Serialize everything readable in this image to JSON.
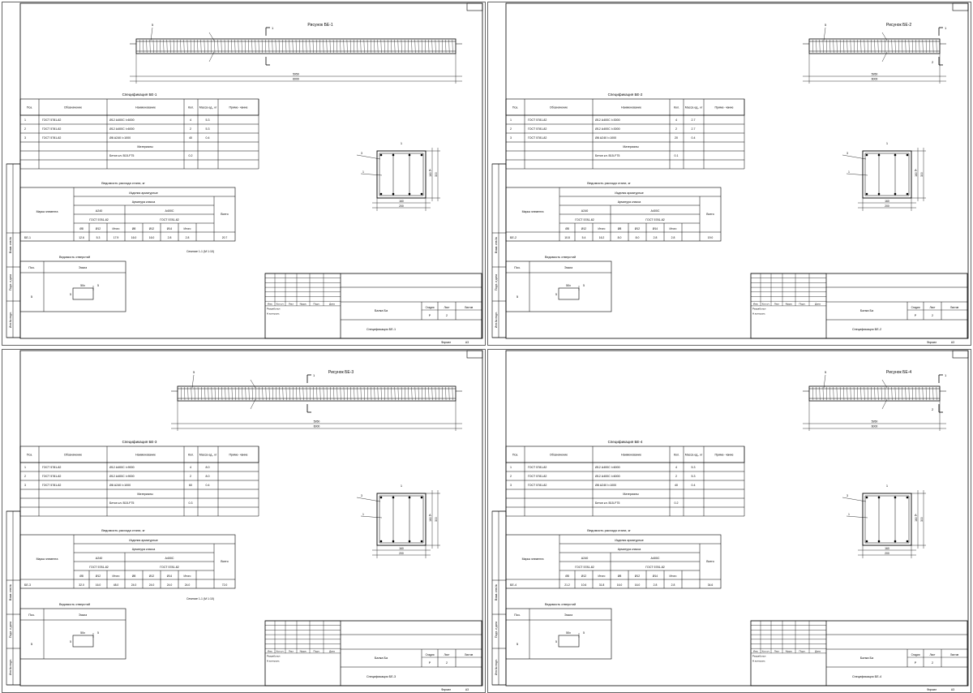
{
  "sheets": [
    {
      "id": "s1",
      "title": "Рисунок БЕ-1",
      "spec_title": "Спецификация БЕ-1",
      "stamp_title": "Спецификация БЕ-1",
      "mark_label": "БЕ-1",
      "spec_rows": [
        {
          "pos": "1",
          "designation": "ГОСТ 5781-82",
          "name": "Ø12 А400С l=6000",
          "qty": "4",
          "mass": "5.3"
        },
        {
          "pos": "2",
          "designation": "ГОСТ 5781-82",
          "name": "Ø12 А400С l=6000",
          "qty": "2",
          "mass": "5.3"
        },
        {
          "pos": "3",
          "designation": "ГОСТ 5781-82",
          "name": "Ø8 А240 l=1000",
          "qty": "40",
          "mass": "0.4"
        },
        {
          "pos": "",
          "designation": "",
          "name": "Материалы",
          "qty": "",
          "mass": ""
        },
        {
          "pos": "",
          "designation": "",
          "name": "Бетон кл. В15-F75",
          "qty": "0.2",
          "mass": ""
        }
      ],
      "steel_values": [
        "12.6",
        "5.3",
        "17.9",
        "16.0",
        "16.0",
        "2.8",
        "2.8",
        "20.7"
      ],
      "section_note": "Сечение 1-1 (М 1:10)"
    },
    {
      "id": "s2",
      "title": "Рисунок БЕ-2",
      "spec_title": "Спецификация БЕ-2",
      "stamp_title": "Спецификация БЕ-2",
      "mark_label": "БЕ-2",
      "spec_rows": [
        {
          "pos": "1",
          "designation": "ГОСТ 5781-82",
          "name": "Ø12 А400С l=3000",
          "qty": "4",
          "mass": "2.7"
        },
        {
          "pos": "2",
          "designation": "ГОСТ 5781-82",
          "name": "Ø12 А400С l=3000",
          "qty": "2",
          "mass": "2.7"
        },
        {
          "pos": "3",
          "designation": "ГОСТ 5781-82",
          "name": "Ø8 А240 l=1000",
          "qty": "20",
          "mass": "0.4"
        },
        {
          "pos": "",
          "designation": "",
          "name": "Материалы",
          "qty": "",
          "mass": ""
        },
        {
          "pos": "",
          "designation": "",
          "name": "Бетон кл. В15-F75",
          "qty": "0.1",
          "mass": ""
        }
      ],
      "steel_values": [
        "10.8",
        "5.4",
        "16.2",
        "8.0",
        "8.0",
        "2.8",
        "2.8",
        "19.0"
      ],
      "section_note": ""
    },
    {
      "id": "s3",
      "title": "Рисунок БЕ-3",
      "spec_title": "Спецификация БЕ-3",
      "stamp_title": "Спецификация БЕ-3",
      "mark_label": "БЕ-3",
      "spec_rows": [
        {
          "pos": "1",
          "designation": "ГОСТ 5781-82",
          "name": "Ø12 А400С l=9000",
          "qty": "4",
          "mass": "8.0"
        },
        {
          "pos": "2",
          "designation": "ГОСТ 5781-82",
          "name": "Ø12 А400С l=9000",
          "qty": "2",
          "mass": "8.0"
        },
        {
          "pos": "3",
          "designation": "ГОСТ 5781-82",
          "name": "Ø8 А240 l=1000",
          "qty": "60",
          "mass": "0.4"
        },
        {
          "pos": "",
          "designation": "",
          "name": "Материалы",
          "qty": "",
          "mass": ""
        },
        {
          "pos": "",
          "designation": "",
          "name": "Бетон кл. В15-F75",
          "qty": "0.3",
          "mass": ""
        }
      ],
      "steel_values": [
        "32.0",
        "16.0",
        "48.0",
        "24.0",
        "24.0",
        "24.0",
        "24.0",
        "72.0"
      ],
      "section_note": "Сечение 1-1 (М 1:10)"
    },
    {
      "id": "s4",
      "title": "Рисунок БЕ-4",
      "spec_title": "Спецификация БЕ-4",
      "stamp_title": "Спецификация БЕ-4",
      "mark_label": "БЕ-4",
      "spec_rows": [
        {
          "pos": "1",
          "designation": "ГОСТ 5781-82",
          "name": "Ø12 А400С l=6000",
          "qty": "4",
          "mass": "5.3"
        },
        {
          "pos": "2",
          "designation": "ГОСТ 5781-82",
          "name": "Ø12 А400С l=6000",
          "qty": "2",
          "mass": "5.3"
        },
        {
          "pos": "3",
          "designation": "ГОСТ 5781-82",
          "name": "Ø8 А240 l=1000",
          "qty": "40",
          "mass": "0.4"
        },
        {
          "pos": "",
          "designation": "",
          "name": "Материалы",
          "qty": "",
          "mass": ""
        },
        {
          "pos": "",
          "designation": "",
          "name": "Бетон кл. В15-F75",
          "qty": "0.2",
          "mass": ""
        }
      ],
      "steel_values": [
        "21.2",
        "10.6",
        "31.8",
        "16.0",
        "16.0",
        "2.8",
        "2.8",
        "34.6"
      ],
      "section_note": ""
    }
  ],
  "common": {
    "spec_headers": [
      "Поз.",
      "Обозначение",
      "Наименование",
      "Кол.",
      "Масса ед., кг",
      "Приме- чание"
    ],
    "steel_title": "Ведомость расхода стали, кг",
    "steel_headers": {
      "mark": "Марка элемента",
      "group1": "Изделия арматурные",
      "group2": "Арматура класса",
      "sub1": "A240",
      "sub2": "A400С",
      "gost1": "ГОСТ 5781-82",
      "gost2": "ГОСТ 5781-82",
      "total": "Всего",
      "cols": [
        "Ø8",
        "Ø12",
        "Итого",
        "Ø8",
        "Ø12",
        "Ø14",
        "Итого"
      ]
    },
    "hole_title": "Ведомость отверстий",
    "hole_headers": [
      "Поз.",
      "Эскиз"
    ],
    "hole_pos": "5",
    "hole_dims": [
      "50x",
      "5",
      "5"
    ],
    "stamp": {
      "cols": [
        "Изм.",
        "Кол.уч.",
        "Лист",
        "№док.",
        "Подп.",
        "Дата"
      ],
      "roles": [
        "Разработал",
        "Н.контроль"
      ],
      "center": "Балка Ба",
      "stage": "Стадия",
      "sheet": "Лист",
      "sheets": "Листов",
      "stage_val": "Р",
      "sheet_val": "2",
      "format": "Формат",
      "format_val": "А3"
    },
    "side_labels": [
      "Взам. инв.№",
      "Подп. и дата",
      "Инв.№ подл."
    ],
    "pos_labels": [
      "1",
      "2",
      "3"
    ],
    "dims": {
      "len_total": "6000",
      "len_inner": "5950",
      "sec_w": "200",
      "sec_h": "300",
      "sec_inner": "160"
    },
    "section_mark": "1"
  }
}
